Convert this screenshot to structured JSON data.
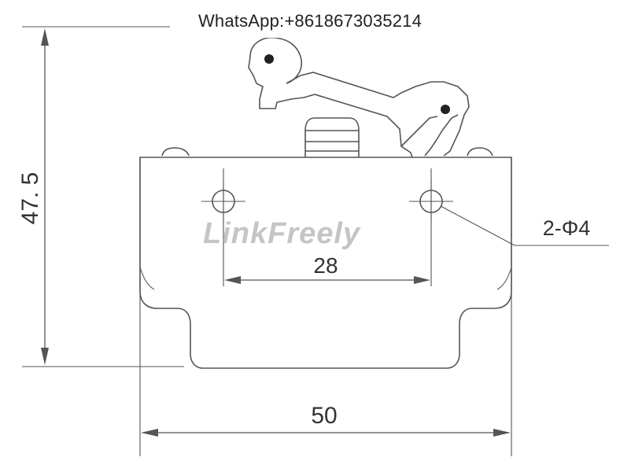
{
  "watermark_contact": "WhatsApp:+8618673035214",
  "watermark_brand": "LinkFreely",
  "dimensions": {
    "height": "47. 5",
    "width": "50",
    "hole_spacing": "28",
    "hole_spec": "2-Φ4"
  },
  "colors": {
    "line": "#555555",
    "text": "#333333",
    "background": "#ffffff"
  }
}
